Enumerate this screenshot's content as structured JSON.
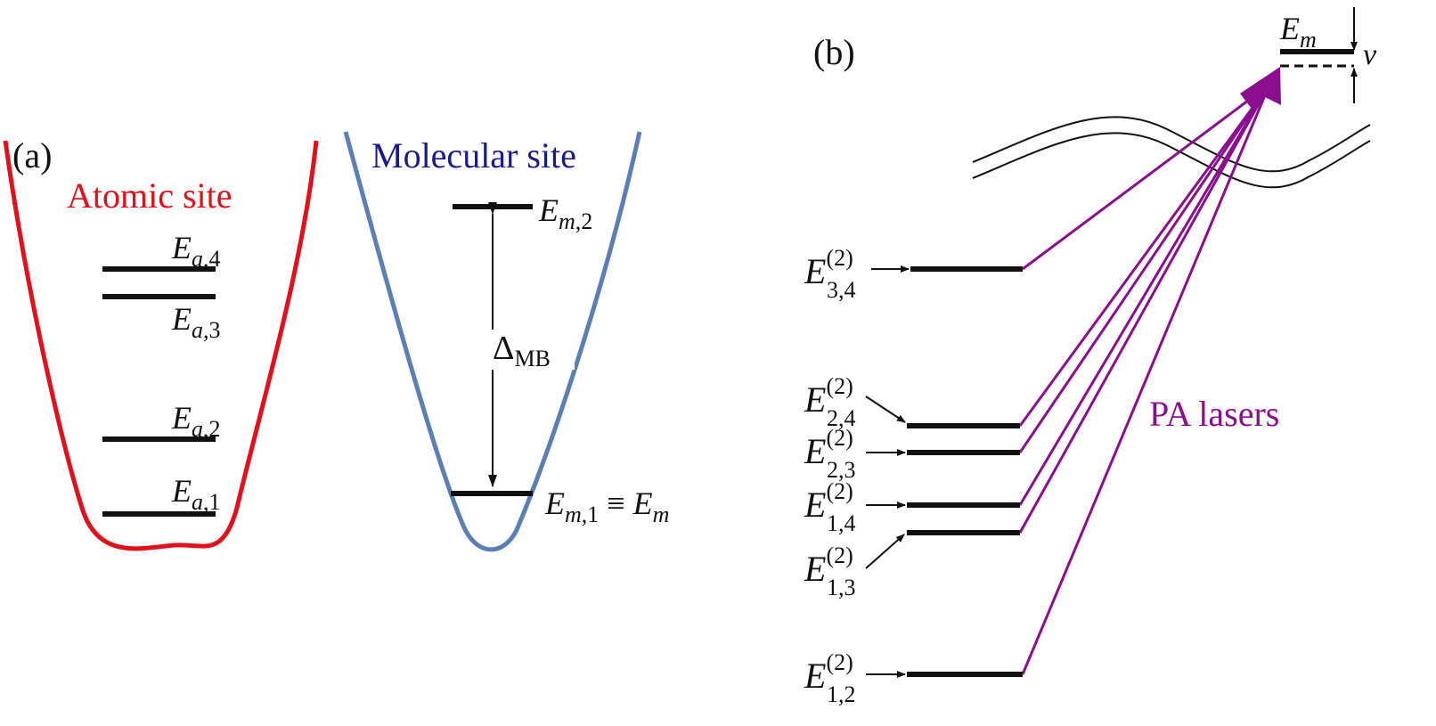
{
  "panel_a": {
    "label": "(a)",
    "atomic_title": "Atomic site",
    "molecular_title": "Molecular site",
    "atomic_levels": [
      {
        "E": "E",
        "sub": "a",
        "idx": ",4"
      },
      {
        "E": "E",
        "sub": "a",
        "idx": ",3"
      },
      {
        "E": "E",
        "sub": "a",
        "idx": ",2"
      },
      {
        "E": "E",
        "sub": "a",
        "idx": ",1"
      }
    ],
    "molecular_levels": [
      {
        "E": "E",
        "sub": "m",
        "idx": ",2",
        "suffix": ""
      },
      {
        "E": "E",
        "sub": "m",
        "idx": ",1",
        "suffix": " ≡ ",
        "rhs_E": "E",
        "rhs_sub": "m"
      }
    ],
    "gap_symbol": "Δ",
    "gap_sub": "MB"
  },
  "panel_b": {
    "label": "(b)",
    "top_level": {
      "E": "E",
      "sub": "m"
    },
    "detuning_symbol": "ν",
    "laser_label": "PA lasers",
    "levels": [
      {
        "E": "E",
        "sup": "(2)",
        "sub": "3,4"
      },
      {
        "E": "E",
        "sup": "(2)",
        "sub": "2,4"
      },
      {
        "E": "E",
        "sup": "(2)",
        "sub": "2,3"
      },
      {
        "E": "E",
        "sup": "(2)",
        "sub": "1,4"
      },
      {
        "E": "E",
        "sup": "(2)",
        "sub": "1,3"
      },
      {
        "E": "E",
        "sup": "(2)",
        "sub": "1,2"
      }
    ]
  },
  "colors": {
    "atomic": "#e0111b",
    "molecular_curve": "#5b7fb5",
    "molecular_text": "#1a1a8c",
    "laser": "#8a0e8e",
    "ink": "#111111"
  }
}
